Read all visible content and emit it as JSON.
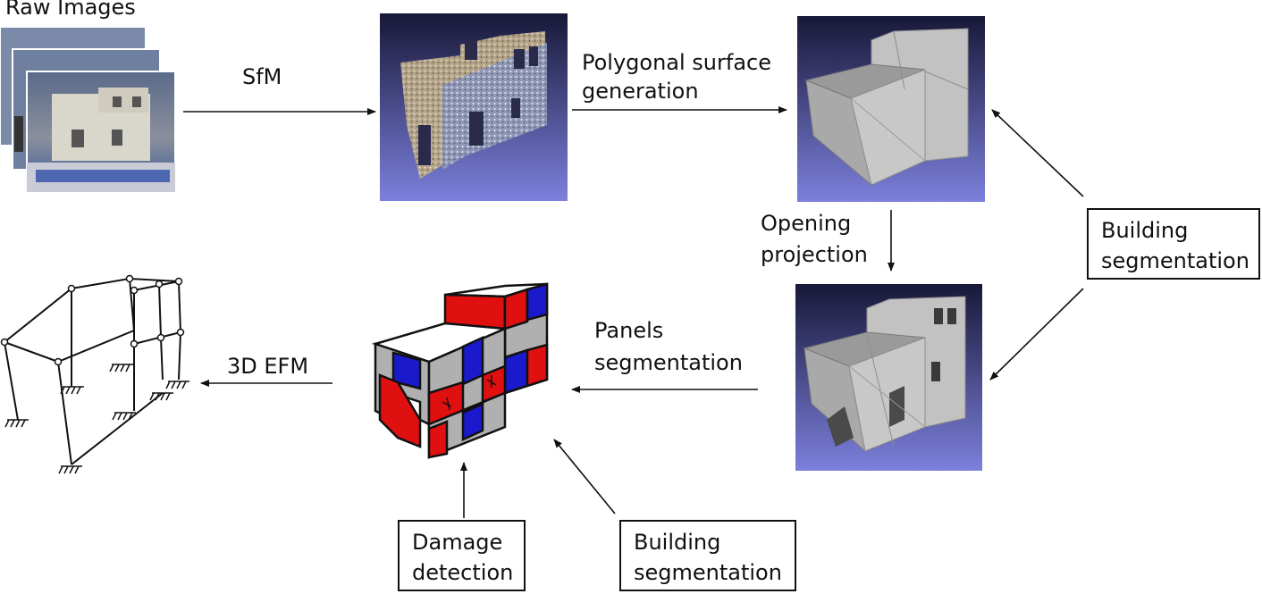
{
  "labels": {
    "raw_images": "Raw Images",
    "sfm": "SfM",
    "polygonal_1": "Polygonal surface",
    "polygonal_2": "generation",
    "opening_1": "Opening",
    "opening_2": "projection",
    "panels_1": "Panels",
    "panels_2": "segmentation",
    "efm": "3D EFM"
  },
  "boxes": {
    "building_right": [
      "Building",
      "segmentation"
    ],
    "damage": [
      "Damage",
      "detection"
    ],
    "building_bottom": [
      "Building",
      "segmentation"
    ]
  },
  "colors": {
    "render_bg_top": "#1a1a3e",
    "render_bg_bottom": "#7b7ed8",
    "model_grey": "#b4b4b4",
    "panel_red": "#e01010",
    "panel_blue": "#1a1acc",
    "panel_grey": "#b0b0b0"
  }
}
